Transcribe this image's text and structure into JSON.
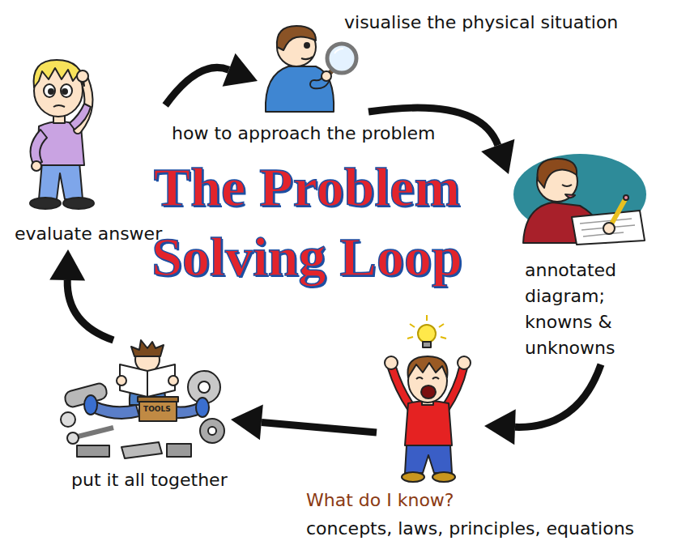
{
  "diagram": {
    "title": "The Problem Solving Loop",
    "nodes": [
      {
        "text": [
          "visualise the physical situation"
        ]
      },
      {
        "text": [
          "annotated diagram; knowns & unknowns"
        ]
      },
      {
        "text": [
          "What do I know?",
          "concepts, laws, principles, equations"
        ]
      },
      {
        "text": [
          "put it all together"
        ]
      },
      {
        "text": [
          "evaluate answer"
        ]
      }
    ],
    "edges": [
      {
        "from": 4,
        "to": 0,
        "arrow": "to"
      },
      {
        "from": 0,
        "to": 1,
        "arrow": "to"
      },
      {
        "from": 1,
        "to": 2,
        "arrow": "to"
      },
      {
        "from": 2,
        "to": 3,
        "arrow": "to"
      },
      {
        "from": 3,
        "to": 4,
        "arrow": "to"
      }
    ],
    "labels": [
      "how to approach the problem",
      "TOOLS"
    ]
  }
}
